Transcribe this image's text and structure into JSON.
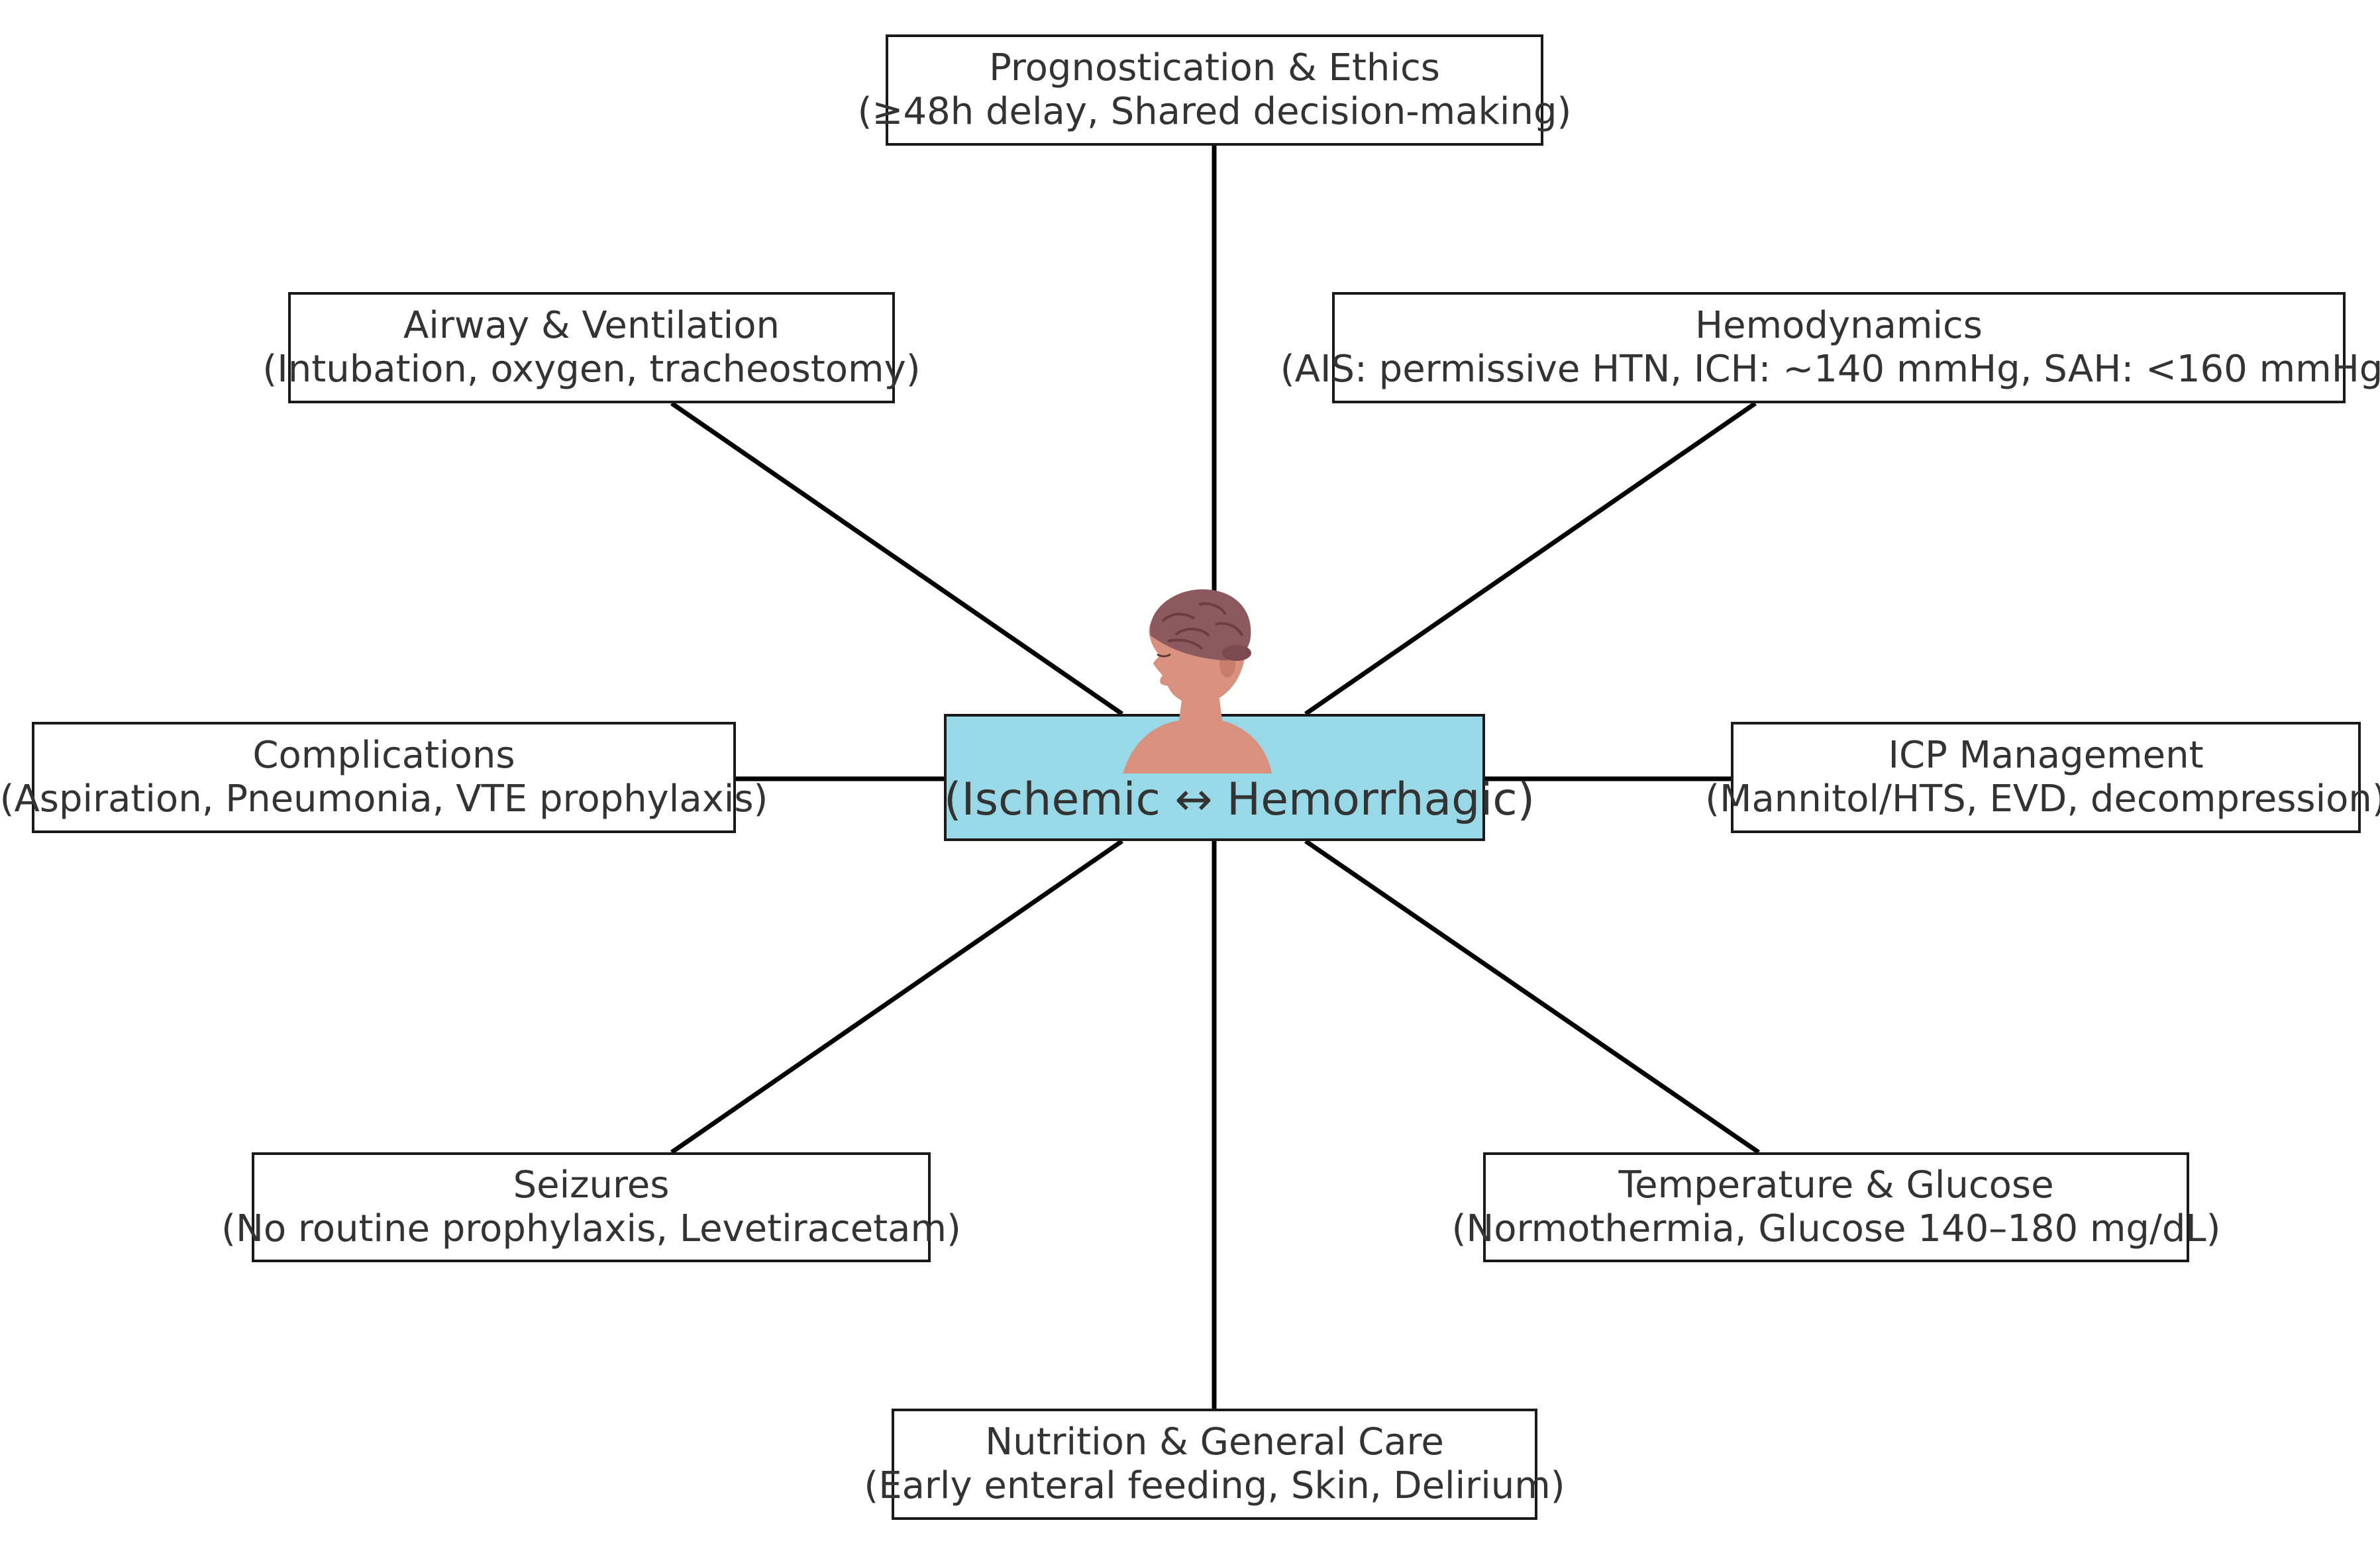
{
  "diagram": {
    "center": {
      "label": "(Ischemic ↔ Hemorrhagic)",
      "fill_color": "#99d8e6",
      "icon": "human-head-brain-icon"
    },
    "nodes": {
      "prognostication": {
        "title": "Prognostication & Ethics",
        "detail": "(≥48h delay, Shared decision-making)"
      },
      "airway": {
        "title": "Airway & Ventilation",
        "detail": "(Intubation, oxygen, tracheostomy)"
      },
      "hemodynamics": {
        "title": "Hemodynamics",
        "detail": "(AIS: permissive HTN, ICH: ~140 mmHg, SAH: <160 mmHg)"
      },
      "complications": {
        "title": "Complications",
        "detail": "(Aspiration, Pneumonia, VTE prophylaxis)"
      },
      "icp": {
        "title": "ICP Management",
        "detail": "(Mannitol/HTS, EVD, decompression)"
      },
      "seizures": {
        "title": "Seizures",
        "detail": "(No routine prophylaxis, Levetiracetam)"
      },
      "temperature_glucose": {
        "title": "Temperature & Glucose",
        "detail": "(Normothermia, Glucose 140–180 mg/dL)"
      },
      "nutrition": {
        "title": "Nutrition & General Care",
        "detail": "(Early enteral feeding, Skin, Delirium)"
      }
    }
  }
}
